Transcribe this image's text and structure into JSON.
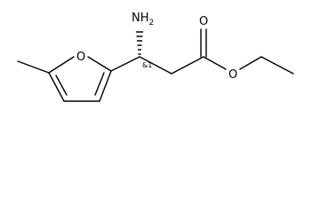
{
  "molecule": {
    "atoms": {
      "amine_label": "NH",
      "amine_subscript": "2",
      "ring_oxygen_label": "O",
      "carbonyl_oxygen_label": "O",
      "ester_oxygen_label": "O"
    },
    "stereo_annotation": "&1",
    "stereo_bond": "hashed wedge",
    "colors": {
      "bonds": "#000000",
      "labels": "#000000",
      "background": "#ffffff"
    }
  }
}
